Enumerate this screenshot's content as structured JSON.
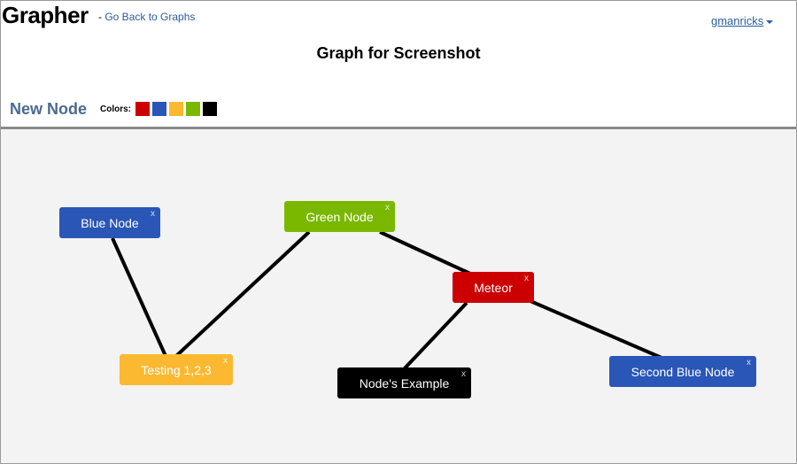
{
  "header": {
    "app_title": "Grapher",
    "back_prefix": " - ",
    "back_link": "Go Back to Graphs",
    "user": "gmanricks",
    "graph_title": "Graph for Screenshot"
  },
  "toolbar": {
    "new_node_label": "New Node",
    "colors_label": "Colors:",
    "colors": [
      {
        "name": "red",
        "hex": "#cc0000"
      },
      {
        "name": "blue",
        "hex": "#2a56b8"
      },
      {
        "name": "orange",
        "hex": "#fbb931"
      },
      {
        "name": "green",
        "hex": "#7ab800"
      },
      {
        "name": "black",
        "hex": "#000000"
      }
    ]
  },
  "graph": {
    "nodes": [
      {
        "id": "blue",
        "label": "Blue Node",
        "color": "#2a56b8",
        "close": "x"
      },
      {
        "id": "green",
        "label": "Green Node",
        "color": "#7ab800",
        "close": "x"
      },
      {
        "id": "meteor",
        "label": "Meteor",
        "color": "#cc0000",
        "close": "x"
      },
      {
        "id": "testing",
        "label": "Testing 1,2,3",
        "color": "#fbb931",
        "close": "x"
      },
      {
        "id": "nodes-example",
        "label": "Node's Example",
        "color": "#000000",
        "close": "x"
      },
      {
        "id": "second-blue",
        "label": "Second Blue Node",
        "color": "#2a56b8",
        "close": "x"
      }
    ],
    "edges": [
      [
        "blue",
        "testing"
      ],
      [
        "testing",
        "green"
      ],
      [
        "green",
        "meteor"
      ],
      [
        "meteor",
        "nodes-example"
      ],
      [
        "meteor",
        "second-blue"
      ]
    ]
  }
}
